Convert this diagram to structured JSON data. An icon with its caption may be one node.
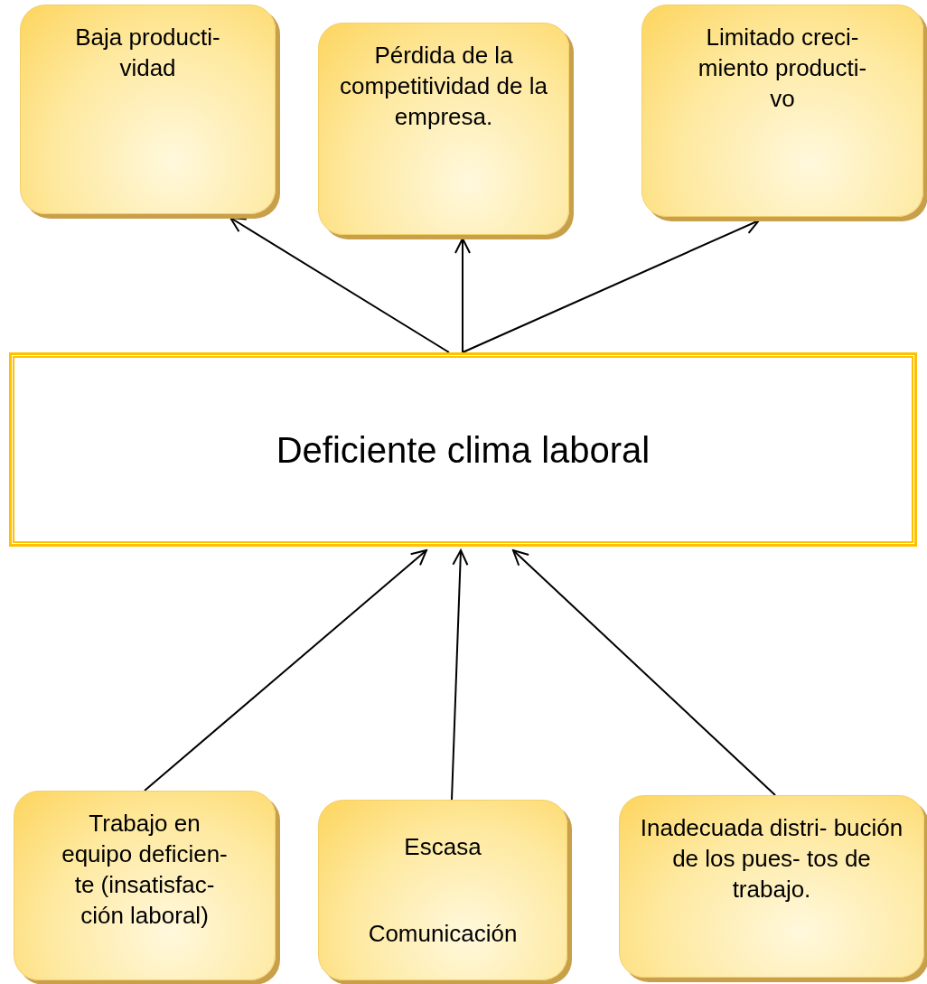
{
  "diagram": {
    "nodes": [
      {
        "text": [
          "Baja producti- vidad"
        ]
      },
      {
        "text": [
          "Pérdida de la competitividad de la empresa."
        ]
      },
      {
        "text": [
          "Limitado creci- miento producti- vo"
        ]
      },
      {
        "text": [
          "Deficiente clima laboral"
        ]
      },
      {
        "text": [
          "Trabajo en equipo deficien- te (insatisfac- ción laboral)"
        ]
      },
      {
        "text": [
          "Escasa",
          "Comunicación"
        ]
      },
      {
        "text": [
          "Inadecuada distri- bución de los pues- tos de trabajo."
        ]
      }
    ],
    "edges": [
      {
        "from": 3,
        "to": 0,
        "arrow": "to"
      },
      {
        "from": 3,
        "to": 1,
        "arrow": "to"
      },
      {
        "from": 3,
        "to": 2,
        "arrow": "to"
      },
      {
        "from": 4,
        "to": 3,
        "arrow": "to"
      },
      {
        "from": 5,
        "to": 3,
        "arrow": "to"
      },
      {
        "from": 6,
        "to": 3,
        "arrow": "to"
      }
    ]
  }
}
